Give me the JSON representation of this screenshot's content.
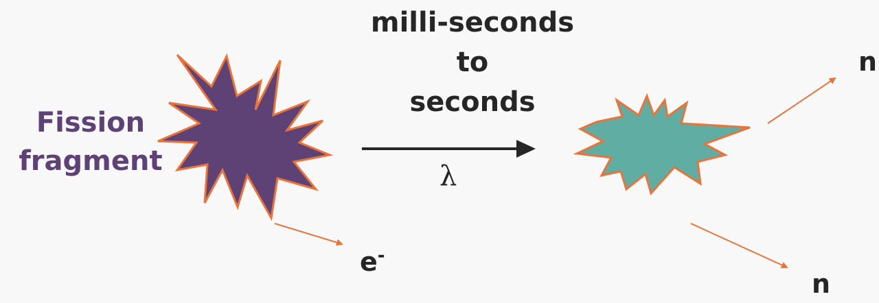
{
  "header": {
    "line1": "milli-seconds",
    "line2": "to",
    "line3": "seconds"
  },
  "fragment": {
    "line1": "Fission",
    "line2": "fragment"
  },
  "decay_symbol": "λ",
  "particles": {
    "electron": "e",
    "electron_charge": "-",
    "neutron_top": "n",
    "neutron_bottom": "n"
  },
  "colors": {
    "background": "#f8f8f8",
    "fragment_fill": "#5e4275",
    "product_fill": "#5fada3",
    "burst_outline": "#e8743b",
    "particle_arrow": "#e8743b",
    "main_arrow": "#262626",
    "fragment_text": "#5e4275",
    "text": "#262626"
  }
}
